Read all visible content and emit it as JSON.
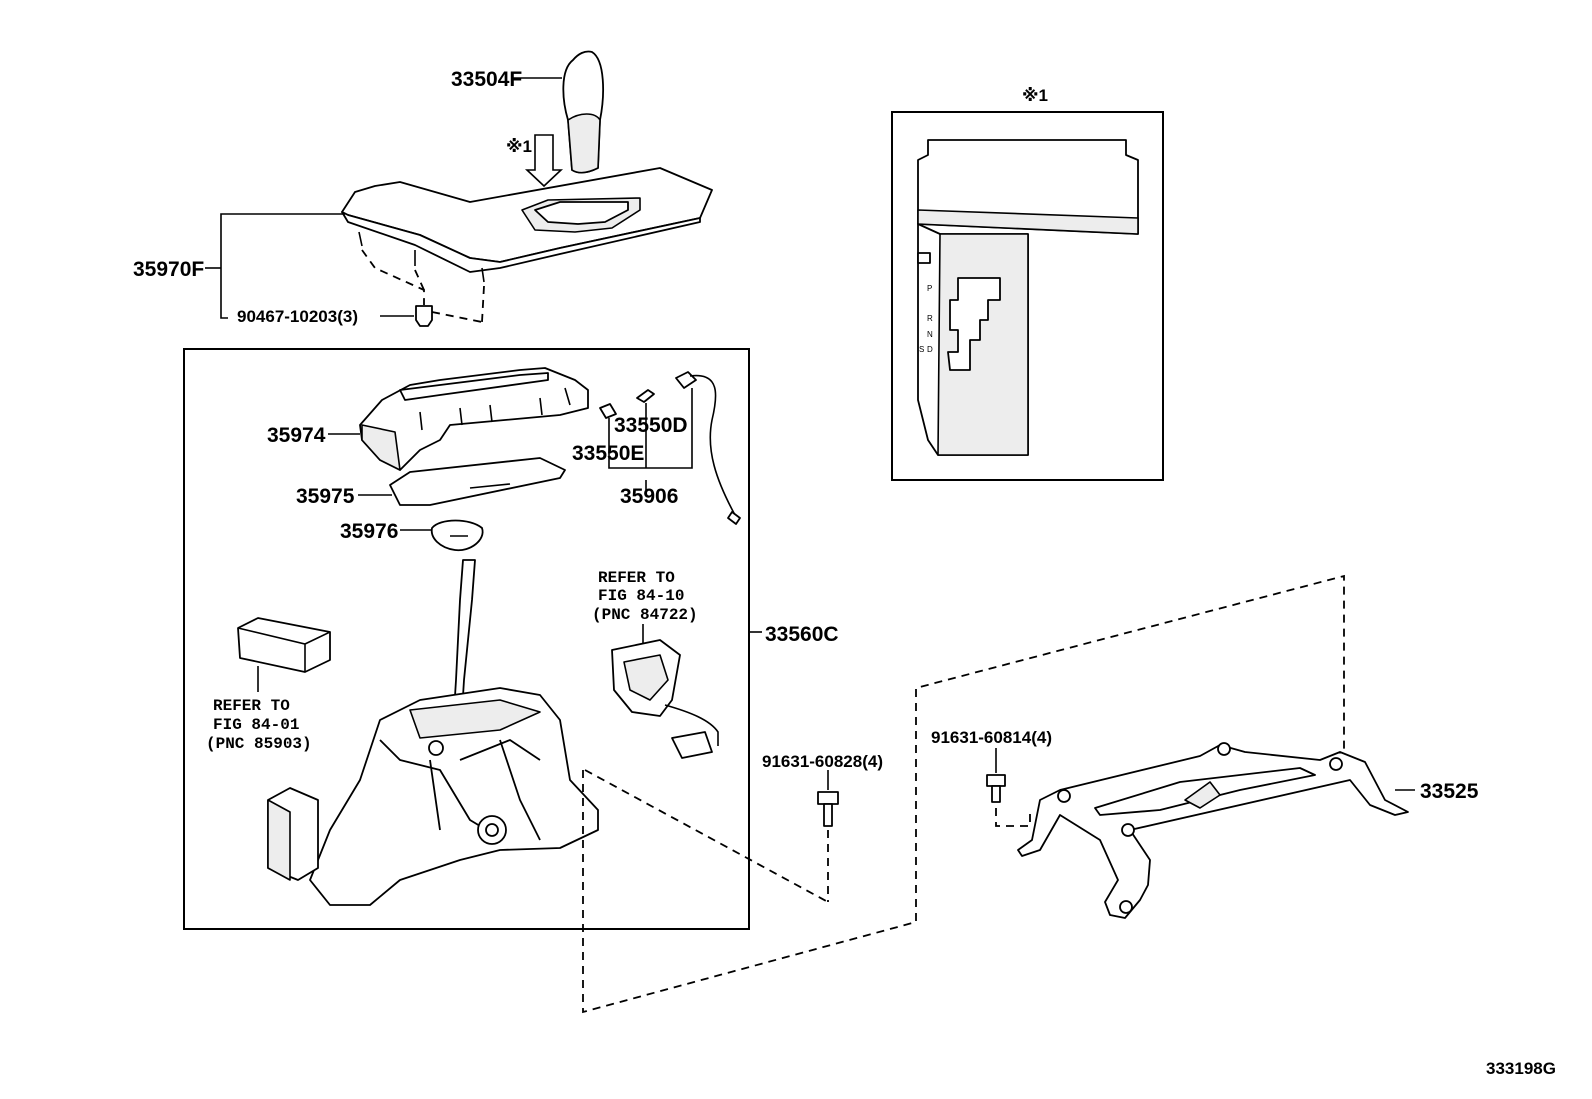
{
  "labels": {
    "knob": "33504F",
    "cover": "35970F",
    "clip": "90467-10203(3)",
    "note_mark": "※1",
    "detail_title": "※1",
    "housing": "35974",
    "plate": "35975",
    "shim": "35976",
    "bulb": "33550D",
    "socket": "33550E",
    "wire": "35906",
    "assembly": "33560C",
    "bolt_a": "91631-60828(4)",
    "bolt_b": "91631-60814(4)",
    "bracket": "33525",
    "figure_code": "333198G"
  },
  "refs": {
    "right": {
      "line1": "REFER TO",
      "line2": "FIG 84-10",
      "line3": "(PNC 84722)"
    },
    "left": {
      "line1": "REFER TO",
      "line2": "FIG 84-01",
      "line3": "(PNC 85903)"
    }
  },
  "detail_gate_letters": {
    "p": "P",
    "r": "R",
    "n": "N",
    "d": "D",
    "s": "S"
  },
  "colors": {
    "line": "#000000",
    "background": "#ffffff",
    "shade": "#ededed"
  }
}
